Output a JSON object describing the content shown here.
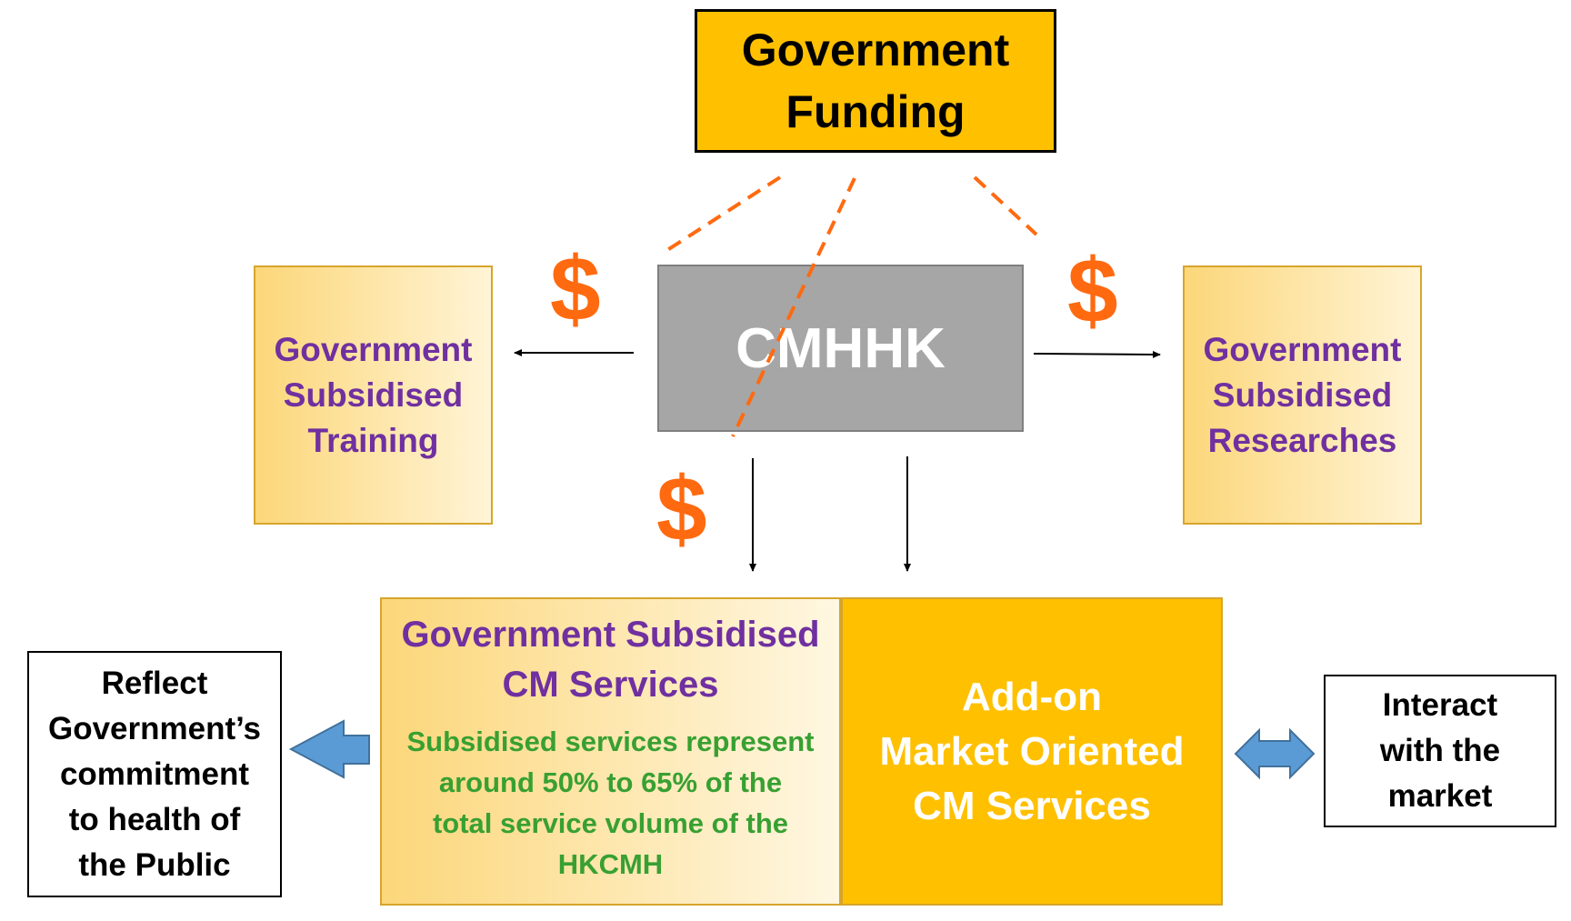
{
  "funding": {
    "lines": [
      "Government",
      "Funding"
    ]
  },
  "cmhhk": {
    "label": "CMHHK"
  },
  "training": {
    "lines": [
      "Government",
      "Subsidised",
      "Training"
    ]
  },
  "researches": {
    "lines": [
      "Government",
      "Subsidised",
      "Researches"
    ]
  },
  "subsidised_services": {
    "title_lines": [
      "Government Subsidised",
      "CM Services"
    ],
    "desc_lines": [
      "Subsidised services represent",
      "around 50% to 65% of the",
      "total service volume of the",
      "HKCMH"
    ]
  },
  "addon_services": {
    "lines": [
      "Add-on",
      "Market Oriented",
      "CM Services"
    ]
  },
  "reflect": {
    "lines": [
      "Reflect",
      "Government’s",
      "commitment",
      "to health of",
      "the Public"
    ]
  },
  "interact": {
    "lines": [
      "Interact",
      "with the",
      "market"
    ]
  },
  "dollar_sign": "$",
  "colors": {
    "gold": "#ffc000",
    "purple": "#7030a0",
    "green": "#38a032",
    "orange": "#ff6a10",
    "grey": "#a6a6a6",
    "blue_arrow": "#5b9bd5"
  }
}
